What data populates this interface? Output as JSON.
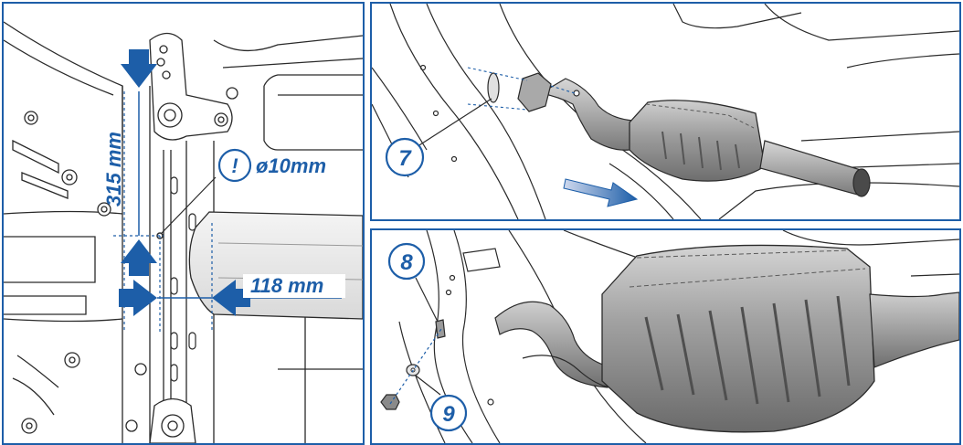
{
  "colors": {
    "accent": "#1d5ea8",
    "line": "#2a2a2a",
    "metal": "#8d8d8d"
  },
  "left_panel": {
    "dim_vertical": "315 mm",
    "dim_horizontal": "118 mm",
    "warning_symbol": "!",
    "hole_diameter": "ø10mm"
  },
  "top_right_panel": {
    "callout": "7"
  },
  "bottom_right_panel": {
    "callout_a": "8",
    "callout_b": "9"
  }
}
